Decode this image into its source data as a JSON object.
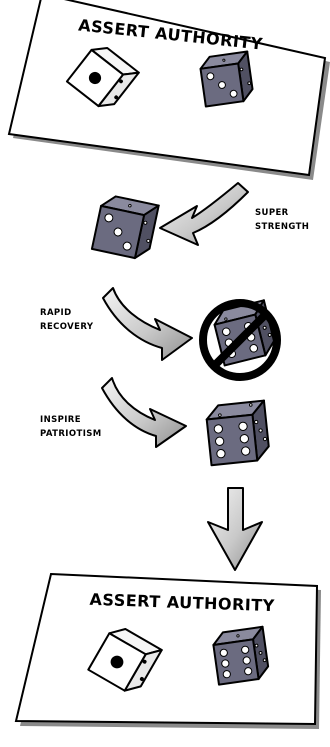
{
  "cards": {
    "top_title": "ASSERT AUTHORITY",
    "bottom_title": "ASSERT AUTHORITY"
  },
  "steps": {
    "super_strength": [
      "SUPER",
      "STRENGTH"
    ],
    "rapid_recovery": [
      "RAPID",
      "RECOVERY"
    ],
    "inspire_patriotism": [
      "INSPIRE",
      "PATRIOTISM"
    ]
  },
  "dice": {
    "top_white": 1,
    "top_grey": 3,
    "after_super_strength": 3,
    "blocked": 6,
    "after_inspire_patriotism": 6,
    "bottom_white": 1,
    "bottom_grey": 6
  },
  "colors": {
    "grey_die": "#6b6b80",
    "grey_die_side": "#505062",
    "grey_die_top": "#8a8a9e",
    "arrow_fill": "#d6d6d6",
    "forbidden": "#000000"
  }
}
